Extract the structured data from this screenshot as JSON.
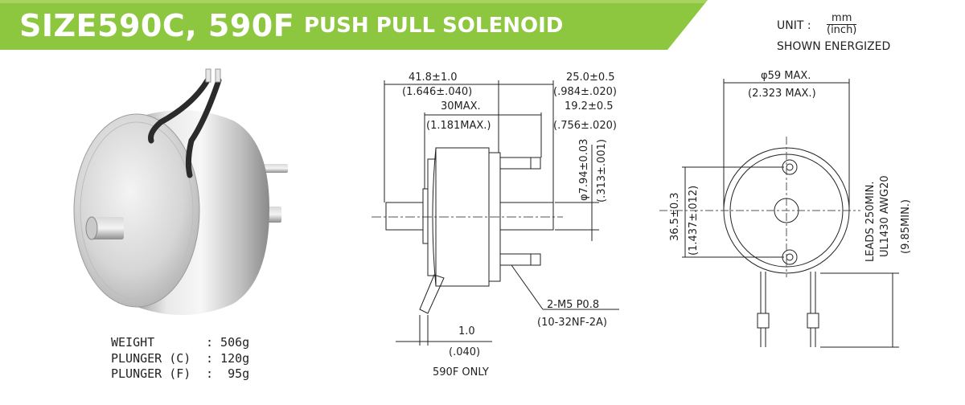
{
  "header": {
    "title_main": "SIZE590C, 590F",
    "title_sub": "PUSH PULL SOLENOID",
    "brand_color": "#8dc63f"
  },
  "units": {
    "label": "UNIT :",
    "numerator": "mm",
    "denominator": "(inch)",
    "shown": "SHOWN ENERGIZED"
  },
  "specs": {
    "weight_label": "WEIGHT",
    "weight_value": ": 506g",
    "plunger_c_label": "PLUNGER (C)",
    "plunger_c_value": ": 120g",
    "plunger_f_label": "PLUNGER (F)",
    "plunger_f_value": ":  95g"
  },
  "side_view": {
    "dim_overall": "41.8±1.0",
    "dim_overall_in": "(1.646±.040)",
    "dim_body_max": "30MAX.",
    "dim_body_max_in": "(1.181MAX.)",
    "dim_shaft_len": "25.0±0.5",
    "dim_shaft_len_in": "(.984±.020)",
    "dim_stud_len": "19.2±0.5",
    "dim_stud_len_in": "(.756±.020)",
    "dim_shaft_dia": "φ7.94±0.03",
    "dim_shaft_dia_in": "(.313±.001)",
    "thread": "2-M5 P0.8",
    "thread_in": "(10-32NF-2A)",
    "dim_f_offset": "1.0",
    "dim_f_offset_in": "(.040)",
    "f_only_note": "590F ONLY"
  },
  "end_view": {
    "dim_dia": "φ59 MAX.",
    "dim_dia_in": "(2.323 MAX.)",
    "dim_hole_pitch": "36.5±0.3",
    "dim_hole_pitch_in": "(1.437±.012)",
    "leads_line1": "LEADS 250MIN.",
    "leads_line2": "UL1430 AWG20",
    "leads_in": "(9.85MIN.)"
  }
}
